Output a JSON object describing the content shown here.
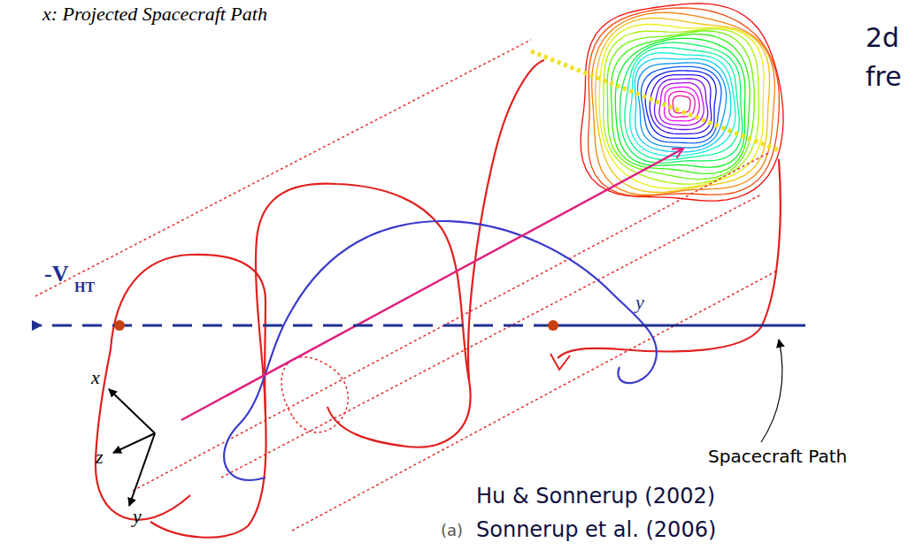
{
  "diagram": {
    "labels": [
      "x: Projected Spacecraft Path",
      "2d",
      "fre",
      "-V",
      "HT",
      "Spacecraft Path",
      "y",
      "x",
      "z",
      "y",
      "Hu & Sonnerup (2002)",
      "(a)",
      "Sonnerup et al. (2006)"
    ]
  }
}
